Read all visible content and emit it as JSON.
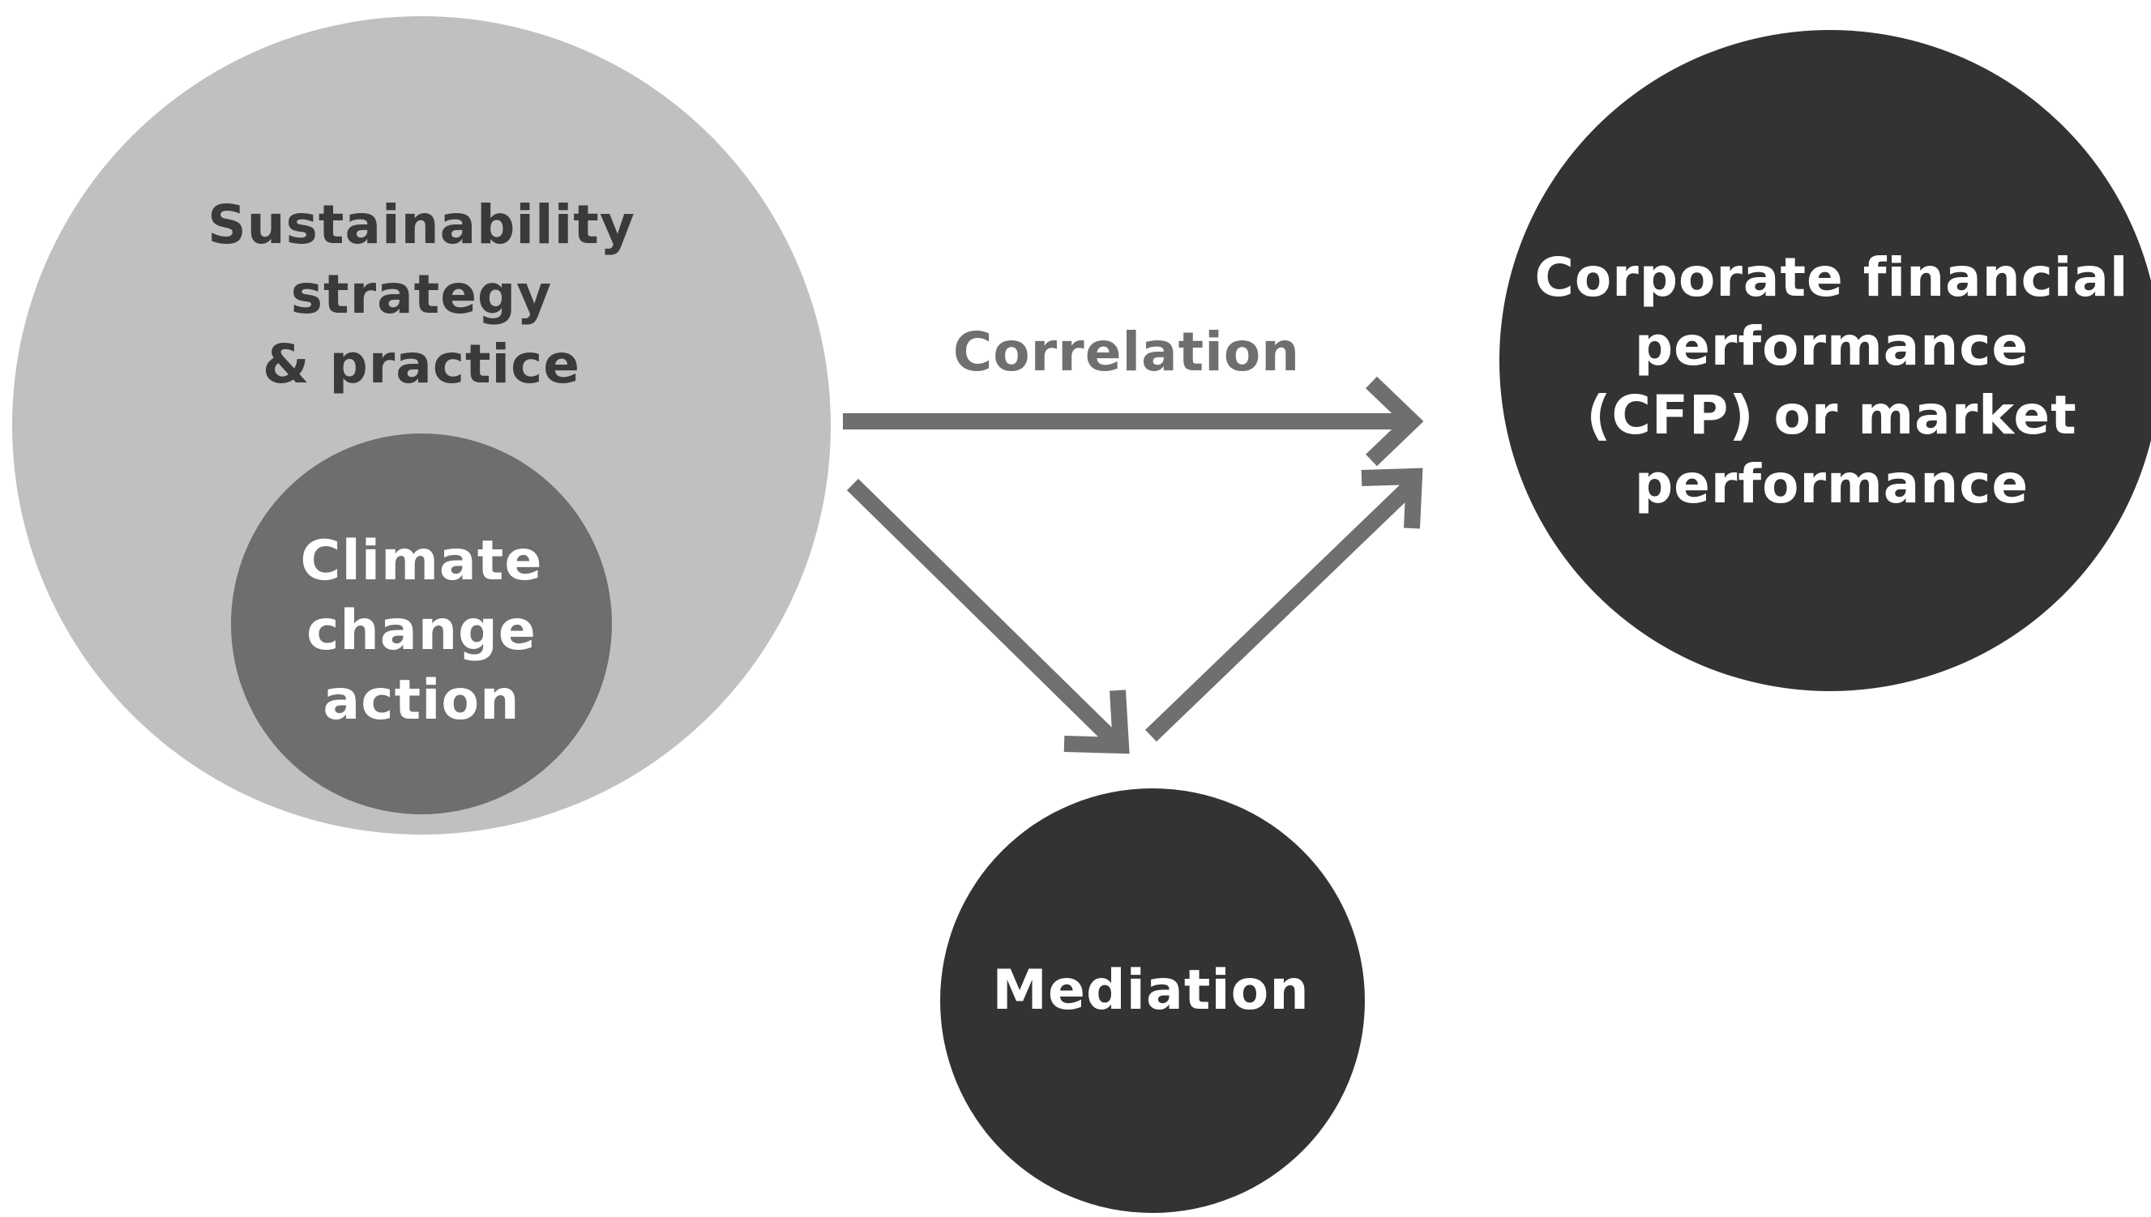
{
  "colors": {
    "background": "#ffffff",
    "sustainability_circle": "#c0c0c0",
    "climate_circle": "#6e6e6e",
    "dark_circle": "#333333",
    "arrow": "#6f6f6f",
    "text_dark": "#3a3a3a",
    "text_light": "#ffffff",
    "text_correlation": "#6f6f6f"
  },
  "nodes": {
    "sustainability": {
      "label": "Sustainability\nstrategy\n& practice"
    },
    "climate": {
      "label": "Climate\nchange\naction"
    },
    "cfp": {
      "label": "Corporate financial\nperformance\n(CFP) or market\nperformance"
    },
    "mediation": {
      "label": "Mediation"
    }
  },
  "edges": {
    "correlation": {
      "label": "Correlation"
    }
  }
}
